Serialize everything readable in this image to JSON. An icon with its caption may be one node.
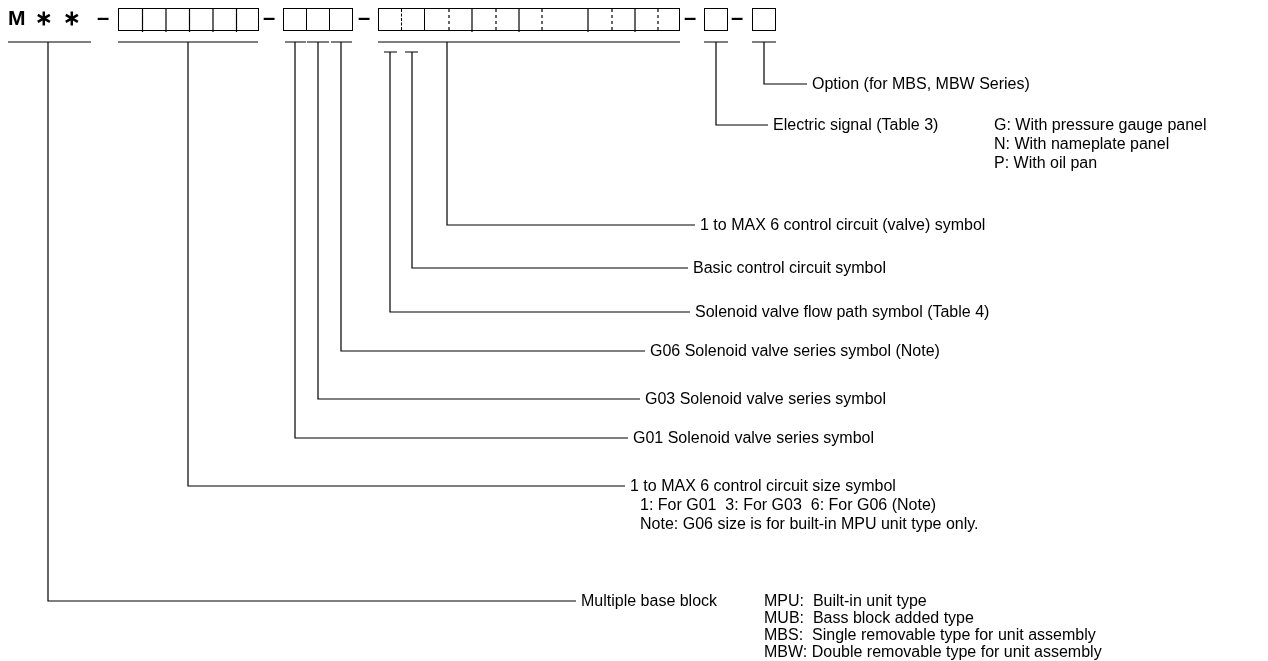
{
  "diagram": {
    "nodes": [
      {
        "text": [
          "M ∗ ∗"
        ]
      },
      {
        "text": [],
        "shape": "box"
      },
      {
        "text": [],
        "shape": "box"
      },
      {
        "text": [],
        "shape": "box"
      },
      {
        "text": [],
        "shape": "box"
      },
      {
        "text": [],
        "shape": "box"
      },
      {
        "text": [],
        "shape": "box",
        "in": 5
      },
      {
        "text": [],
        "shape": "box",
        "in": 5
      },
      {
        "text": [],
        "shape": "box"
      },
      {
        "text": [],
        "shape": "box"
      },
      {
        "text": [
          "Option (for MBS, MBW Series)"
        ]
      },
      {
        "text": [
          "Electric signal (Table 3)",
          "G: With pressure gauge panel",
          "N: With nameplate panel",
          "P: With oil pan"
        ]
      },
      {
        "text": [
          "1 to MAX 6 control circuit (valve) symbol"
        ]
      },
      {
        "text": [
          "Basic control circuit symbol"
        ]
      },
      {
        "text": [
          "Solenoid valve flow path symbol (Table 4)"
        ]
      },
      {
        "text": [
          "G06 Solenoid valve series symbol (Note)"
        ]
      },
      {
        "text": [
          "G03 Solenoid valve series symbol"
        ]
      },
      {
        "text": [
          "G01 Solenoid valve series symbol"
        ]
      },
      {
        "text": [
          "1 to MAX 6 control circuit size symbol",
          "1: For G01  3: For G03  6: For G06 (Note)",
          "Note: G06 size is for built-in MPU unit type only."
        ]
      },
      {
        "text": [
          "Multiple base block",
          "MPU:  Built-in unit type",
          "MUB:  Bass block added type",
          "MBS:  Single removable type for unit assembly",
          "MBW: Double removable type for unit assembly"
        ]
      }
    ],
    "edges": [
      {
        "from": 10,
        "to": 9,
        "arrow": "none"
      },
      {
        "from": 11,
        "to": 8,
        "arrow": "none"
      },
      {
        "from": 12,
        "to": 5,
        "arrow": "none"
      },
      {
        "from": 13,
        "to": 7,
        "arrow": "none"
      },
      {
        "from": 14,
        "to": 6,
        "arrow": "none"
      },
      {
        "from": 15,
        "to": 4,
        "arrow": "none"
      },
      {
        "from": 16,
        "to": 3,
        "arrow": "none"
      },
      {
        "from": 17,
        "to": 2,
        "arrow": "none"
      },
      {
        "from": 18,
        "to": 1,
        "arrow": "none"
      },
      {
        "from": 19,
        "to": 0,
        "arrow": "none"
      }
    ],
    "labels": [
      "–",
      "–",
      "–",
      "–",
      "–"
    ]
  }
}
